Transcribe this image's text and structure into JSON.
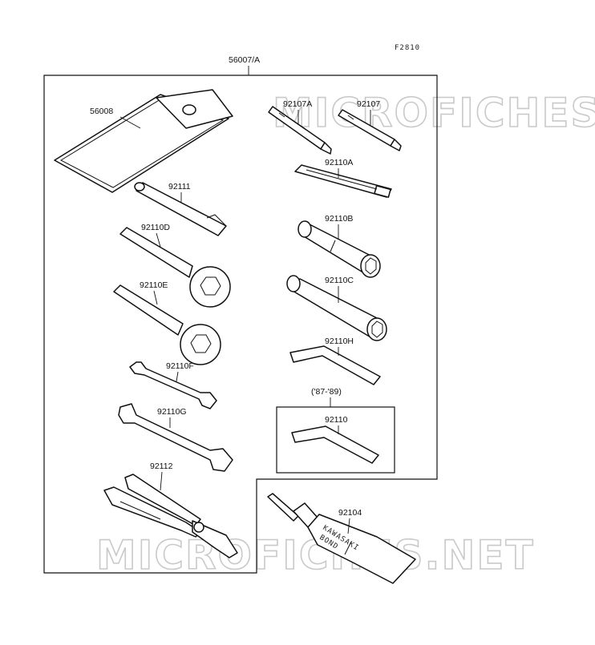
{
  "diagram": {
    "code": "F2810",
    "assembly": "56007/A",
    "watermark": "MICROFICHES.NET",
    "year_note": "('87-'89)",
    "parts": {
      "p56008": "56008",
      "p92107A": "92107A",
      "p92107": "92107",
      "p92110A": "92110A",
      "p92111": "92111",
      "p92110D": "92110D",
      "p92110B": "92110B",
      "p92110C": "92110C",
      "p92110E": "92110E",
      "p92110H": "92110H",
      "p92110F": "92110F",
      "p92110G": "92110G",
      "p92110": "92110",
      "p92112": "92112",
      "p92104": "92104"
    },
    "tube_text": [
      "KAWASAKI",
      "BOND"
    ]
  }
}
